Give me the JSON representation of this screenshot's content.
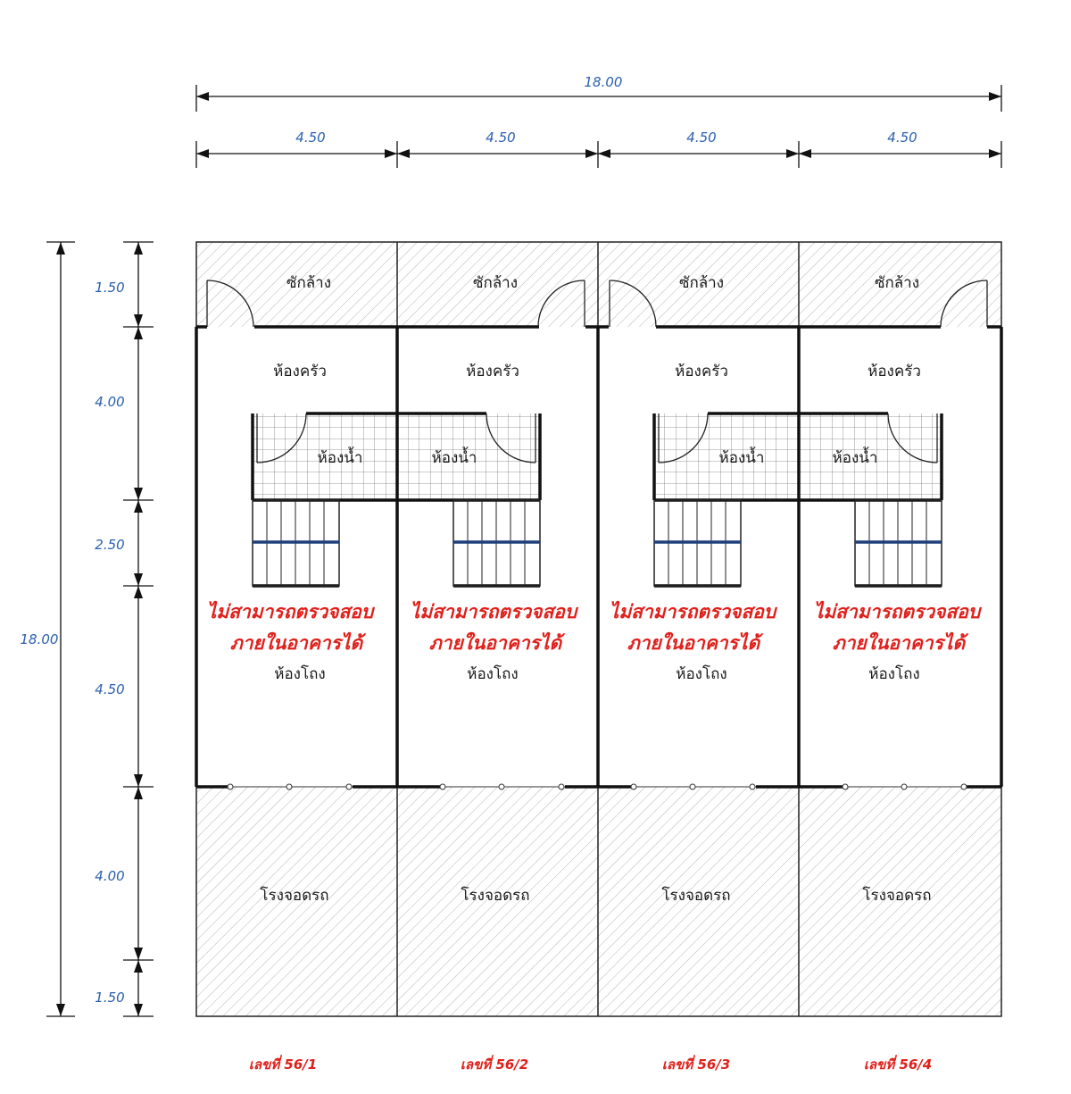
{
  "dimensions": {
    "overall_width": "18.00",
    "overall_depth": "18.00",
    "unit_widths": [
      "4.50",
      "4.50",
      "4.50",
      "4.50"
    ],
    "depth_segments": [
      "1.50",
      "4.00",
      "2.50",
      "4.50",
      "4.00",
      "1.50"
    ]
  },
  "units": [
    {
      "number_label": "เลขที่ 56/1",
      "rooms": {
        "laundry": "ซักล้าง",
        "kitchen": "ห้องครัว",
        "bathroom": "ห้องน้ำ",
        "living": "ห้องโถง",
        "garage": "โรงจอดรถ"
      },
      "notice": [
        "ไม่สามารถตรวจสอบ",
        "ภายในอาคารได้"
      ]
    },
    {
      "number_label": "เลขที่ 56/2",
      "rooms": {
        "laundry": "ซักล้าง",
        "kitchen": "ห้องครัว",
        "bathroom": "ห้องน้ำ",
        "living": "ห้องโถง",
        "garage": "โรงจอดรถ"
      },
      "notice": [
        "ไม่สามารถตรวจสอบ",
        "ภายในอาคารได้"
      ]
    },
    {
      "number_label": "เลขที่ 56/3",
      "rooms": {
        "laundry": "ซักล้าง",
        "kitchen": "ห้องครัว",
        "bathroom": "ห้องน้ำ",
        "living": "ห้องโถง",
        "garage": "โรงจอดรถ"
      },
      "notice": [
        "ไม่สามารถตรวจสอบ",
        "ภายในอาคารได้"
      ]
    },
    {
      "number_label": "เลขที่ 56/4",
      "rooms": {
        "laundry": "ซักล้าง",
        "kitchen": "ห้องครัว",
        "bathroom": "ห้องน้ำ",
        "living": "ห้องโถง",
        "garage": "โรงจอดรถ"
      },
      "notice": [
        "ไม่สามารถตรวจสอบ",
        "ภายในอาคารได้"
      ]
    }
  ],
  "colors": {
    "dimension_text": "#2a5fb0",
    "warning_text": "#e0201b",
    "wall": "#111111",
    "stair_landing": "#1f3f7a"
  }
}
